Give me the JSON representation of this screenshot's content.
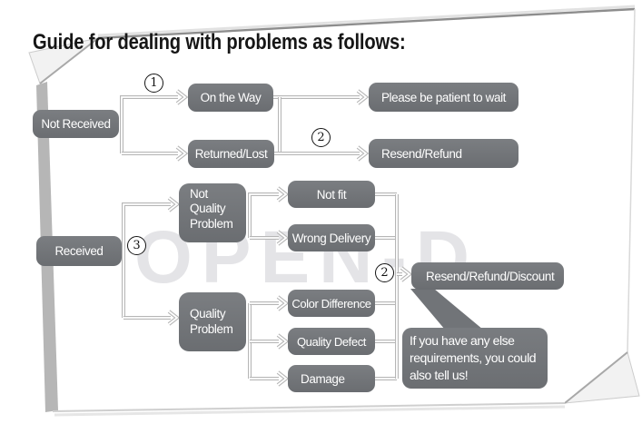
{
  "title": "Guide for dealing with problems as follows:",
  "watermark": "OPEN-D",
  "colors": {
    "box_bg": "#717478",
    "line": "#b6b6b6",
    "watermark_color": "#e4e4e7",
    "title_color": "#161616"
  },
  "steps": {
    "one": "1",
    "two": "2",
    "three": "3"
  },
  "nodes": {
    "not_received": "Not Received",
    "on_the_way": "On the Way",
    "returned_lost": "Returned/Lost",
    "please_wait": "Please be patient to wait",
    "resend_refund": "Resend/Refund",
    "received": "Received",
    "not_quality_problem": "Not Quality Problem",
    "quality_problem": "Quality Problem",
    "not_fit": "Not fit",
    "wrong_delivery": "Wrong Delivery",
    "color_difference": "Color Difference",
    "quality_defect": "Quality Defect",
    "damage": "Damage",
    "resend_refund_discount": "Resend/Refund/Discount"
  },
  "note": "If you have any else requirements, you could also tell us!"
}
